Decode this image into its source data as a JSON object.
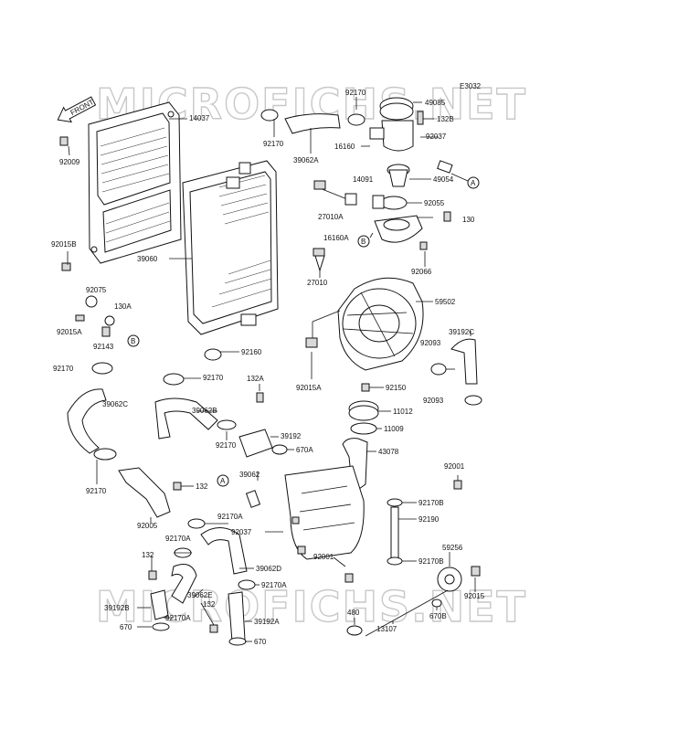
{
  "diagram_code": "E3032",
  "watermark": "MICROFICHS.NET",
  "front_label": "FRONT",
  "callouts": {
    "A": "A",
    "B": "B"
  },
  "labels": {
    "l14037": "14037",
    "l92009": "92009",
    "l92015B": "92015B",
    "l39060": "39060",
    "l92075": "92075",
    "l92015A": "92015A",
    "l130A": "130A",
    "l92143": "92143",
    "l92170_top": "92170",
    "l92170_top2": "92170",
    "l39062A": "39062A",
    "l16160": "16160",
    "l49085": "49085",
    "l132B": "132B",
    "l92037_top": "92037",
    "l49054": "49054",
    "l14091": "14091",
    "l92055": "92055",
    "l27010A": "27010A",
    "l130": "130",
    "l16160A": "16160A",
    "l92066": "92066",
    "l27010": "27010",
    "l59502": "59502",
    "l39192C": "39192C",
    "l92093_a": "92093",
    "l92093_b": "92093",
    "l92150": "92150",
    "l92015A_b": "92015A",
    "l92160": "92160",
    "l92170_left": "92170",
    "l39062C": "39062C",
    "l92170_mid": "92170",
    "l132A": "132A",
    "l39062B": "39062B",
    "l39192": "39192",
    "l670A": "670A",
    "l92170_mid2": "92170",
    "l11012": "11012",
    "l11009": "11009",
    "l43078": "43078",
    "l92170_low": "92170",
    "l132_a": "132",
    "l92005": "92005",
    "l39062": "39062",
    "l92170A_a": "92170A",
    "l92037_low": "92037",
    "l92001_a": "92001",
    "l92170B_a": "92170B",
    "l92190": "92190",
    "l132_b": "132",
    "l92170A_b": "92170A",
    "l39062D": "39062D",
    "l92170A_c": "92170A",
    "l92001_b": "92001",
    "l92170B_b": "92170B",
    "l59256": "59256",
    "l39062E": "39062E",
    "l132_c": "132",
    "l39192B": "39192B",
    "l92170A_d": "92170A",
    "l670_a": "670",
    "l39192A": "39192A",
    "l670_b": "670",
    "l92015": "92015",
    "l480": "480",
    "l670B": "670B",
    "l13107": "13107"
  }
}
